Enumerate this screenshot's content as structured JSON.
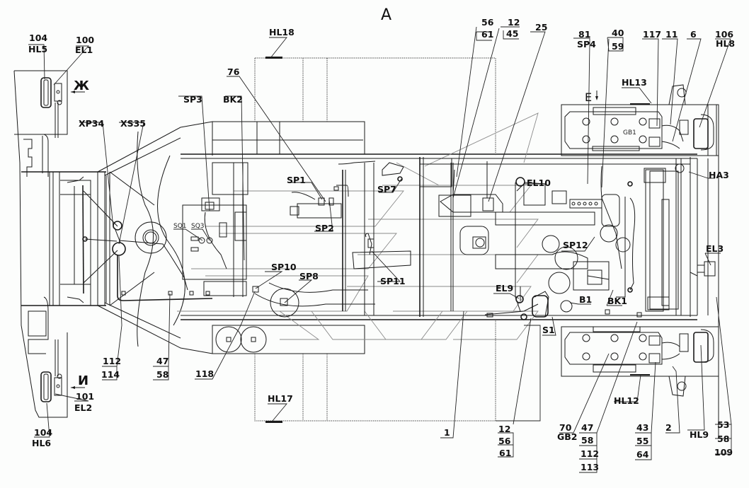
{
  "title": "A",
  "view_markers": {
    "zh": "Ж",
    "i": "И",
    "e": "E"
  },
  "components": {
    "gb1": "GB1",
    "sq1": "SQ1",
    "sq3": "SQ3"
  },
  "callouts": {
    "c104_hl5": [
      "104",
      "HL5"
    ],
    "c100_el1": [
      "100",
      "EL1"
    ],
    "xp34": "XP34",
    "xs35": "XS35",
    "sp3": "SP3",
    "bk2": "BK2",
    "c76": "76",
    "hl18": "HL18",
    "sp1": "SP1",
    "sp2": "SP2",
    "sp7": "SP7",
    "sp10": "SP10",
    "sp8": "SP8",
    "sp11": "SP11",
    "c56_61": [
      "56",
      "61"
    ],
    "c12_45": [
      "12",
      "45"
    ],
    "c25": "25",
    "c81_sp4": [
      "81",
      "SP4"
    ],
    "c40_59": [
      "40",
      "59"
    ],
    "c117": "117",
    "c11": "11",
    "c6": "6",
    "c106_hl8": [
      "106",
      "HL8"
    ],
    "hl13": "HL13",
    "el10": "EL10",
    "ha3": "HA3",
    "sp12": "SP12",
    "el3": "EL3",
    "el9": "EL9",
    "b1": "B1",
    "bk1": "BK1",
    "s1": "S1",
    "c112_114": [
      "112",
      "114"
    ],
    "c47_58_left": [
      "47",
      "58"
    ],
    "c118": "118",
    "c101_el2": [
      "101",
      "EL2"
    ],
    "c104_hl6": [
      "104",
      "HL6"
    ],
    "hl17": "HL17",
    "c1": "1",
    "c12_56_61": [
      "12",
      "56",
      "61"
    ],
    "c70_gb2": [
      "70",
      "GB2"
    ],
    "c47_58_112_113": [
      "47",
      "58",
      "112",
      "113"
    ],
    "hl12": "HL12",
    "c43_55_64": [
      "43",
      "55",
      "64"
    ],
    "c2": "2",
    "hl9": "HL9",
    "c53_58_109": [
      "53",
      "58",
      "109"
    ]
  }
}
